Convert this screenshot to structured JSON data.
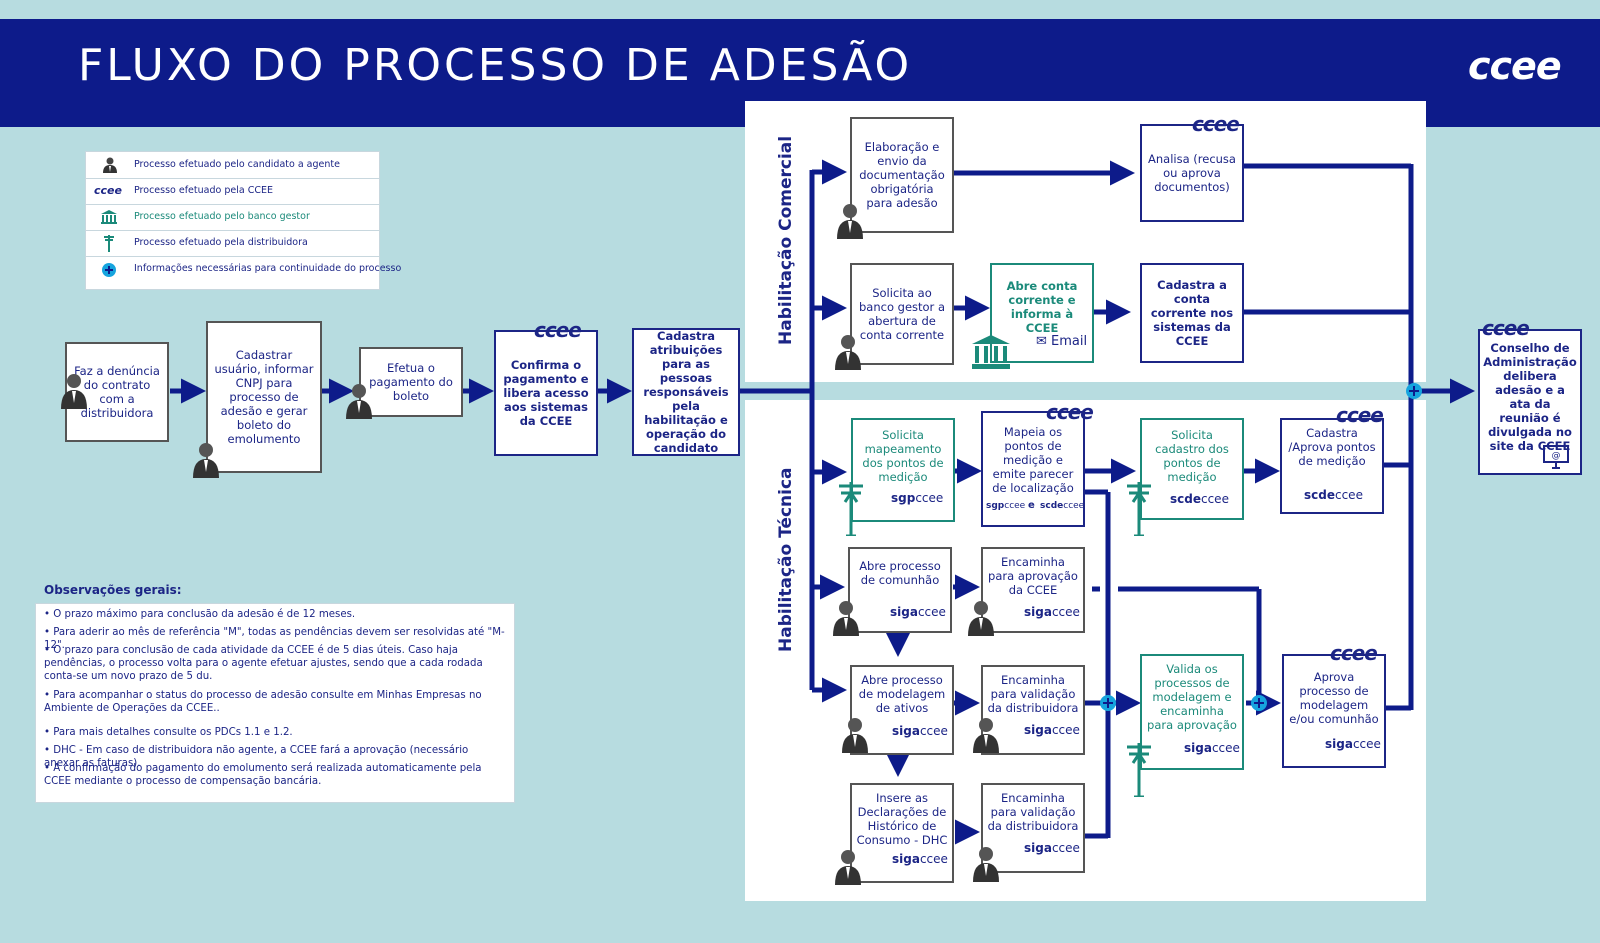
{
  "header": {
    "title": "FLUXO DO PROCESSO DE ADESÃO",
    "logo": "ccee",
    "color": "#0d1b8a"
  },
  "colors": {
    "accent": "#1c2586",
    "teal": "#1b8a7a",
    "background": "#b7dce0"
  },
  "legend": {
    "items": [
      {
        "icon": "person-icon",
        "label": "Processo efetuado pelo candidato a agente"
      },
      {
        "icon": "ccee-logo-icon",
        "icon_text": "ccee",
        "label": "Processo efetuado pela CCEE"
      },
      {
        "icon": "bank-icon",
        "label": "Processo efetuado pelo banco gestor"
      },
      {
        "icon": "utility-pole-icon",
        "label": "Processo efetuado pela distribuidora"
      },
      {
        "icon": "plus-icon",
        "label": "Informações necessárias para continuidade do processo"
      }
    ]
  },
  "sections": {
    "comercial": "Habilitação Comercial",
    "tecnica": "Habilitação Técnica"
  },
  "main_flow": {
    "step1": "Faz a denúncia do contrato com a distribuidora",
    "step2": "Cadastrar usuário, informar CNPJ para processo de adesão e gerar boleto do emolumento",
    "step3": "Efetua o pagamento do boleto",
    "step4": "Confirma o pagamento e libera acesso aos sistemas da CCEE",
    "step5": "Cadastra atribuições para as pessoas responsáveis pela habilitação e operação do candidato",
    "final": "Conselho de Administração delibera adesão e a ata da reunião é divulgada no site da CCEE"
  },
  "comercial": {
    "c1": "Elaboração e envio da documentação obrigatória para adesão",
    "c2": "Analisa (recusa ou aprova documentos)",
    "c3": "Solicita ao banco gestor a abertura de conta corrente",
    "c4": "Abre conta corrente e informa à CCEE",
    "c4_email": "Email",
    "c5": "Cadastra a conta corrente nos sistemas da CCEE"
  },
  "tecnica": {
    "t1": "Solicita mapeamento dos pontos de medição",
    "t2": "Mapeia os pontos de medição e emite parecer de localização",
    "t3": "Solicita cadastro dos pontos de medição",
    "t4": "Cadastra /Aprova pontos de medição",
    "t5": "Abre processo de comunhão",
    "t6": "Encaminha para aprovação da CCEE",
    "t7": "Abre processo de modelagem de ativos",
    "t8": "Encaminha para validação da distribuidora",
    "t9": "Valida os processos de modelagem e encaminha para aprovação",
    "t10": "Aprova processo de modelagem e/ou comunhão",
    "t11": "Insere as Declarações de Histórico de Consumo - DHC",
    "t12": "Encaminha para validação da distribuidora"
  },
  "systems": {
    "sgp": "sgp",
    "scde": "scde",
    "siga": "siga",
    "ccee": "ccee",
    "and": "e"
  },
  "observacoes": {
    "title": "Observações gerais:",
    "items": [
      "• O prazo máximo para conclusão da adesão é de 12 meses.",
      "• Para aderir ao mês de referência \"M\", todas as pendências devem ser resolvidas até \"M-12\".",
      "• O prazo para conclusão de cada atividade da CCEE é de 5 dias úteis. Caso haja pendências, o processo volta para o agente efetuar ajustes, sendo que a cada rodada conta-se um novo prazo de 5 du.",
      "• Para acompanhar o status do processo de adesão consulte em Minhas Empresas no Ambiente de Operações da CCEE..",
      "• Para mais detalhes consulte os PDCs 1.1 e 1.2.",
      "• DHC - Em caso de distribuidora não agente, a CCEE fará a aprovação (necessário anexar as faturas).",
      "• A confirmação do pagamento do emolumento será realizada automaticamente pela CCEE mediante o processo de compensação bancária."
    ]
  }
}
